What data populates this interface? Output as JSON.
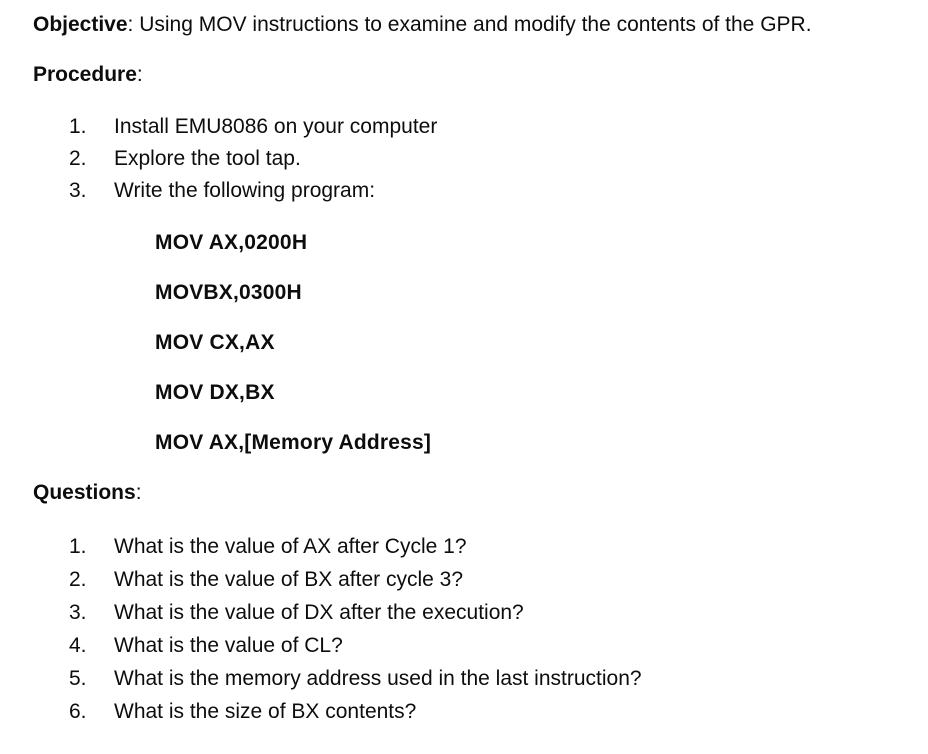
{
  "objective": {
    "label": "Objective",
    "rest": ": Using MOV instructions to examine and modify the contents of the GPR."
  },
  "procedure": {
    "label": "Procedure",
    "colon": ":",
    "steps": [
      {
        "num": "1.",
        "text": "Install EMU8086 on your computer"
      },
      {
        "num": "2.",
        "text": "Explore the tool tap."
      },
      {
        "num": "3.",
        "text": "Write the following program:"
      }
    ]
  },
  "program": {
    "lines": [
      "MOV AX,0200H",
      "MOVBX,0300H",
      "MOV CX,AX",
      "MOV DX,BX",
      "MOV AX,[Memory Address]"
    ]
  },
  "questions": {
    "label": "Questions",
    "colon": ":",
    "items": [
      {
        "num": "1.",
        "text": "What is the value of AX after Cycle 1?"
      },
      {
        "num": "2.",
        "text": "What is the value of BX after cycle 3?"
      },
      {
        "num": "3.",
        "text": "What is the value of DX after the execution?"
      },
      {
        "num": "4.",
        "text": "What is the value of CL?"
      },
      {
        "num": "5.",
        "text": "What is the memory address used in the last instruction?"
      },
      {
        "num": "6.",
        "text": "What is the size of BX contents?"
      }
    ]
  }
}
